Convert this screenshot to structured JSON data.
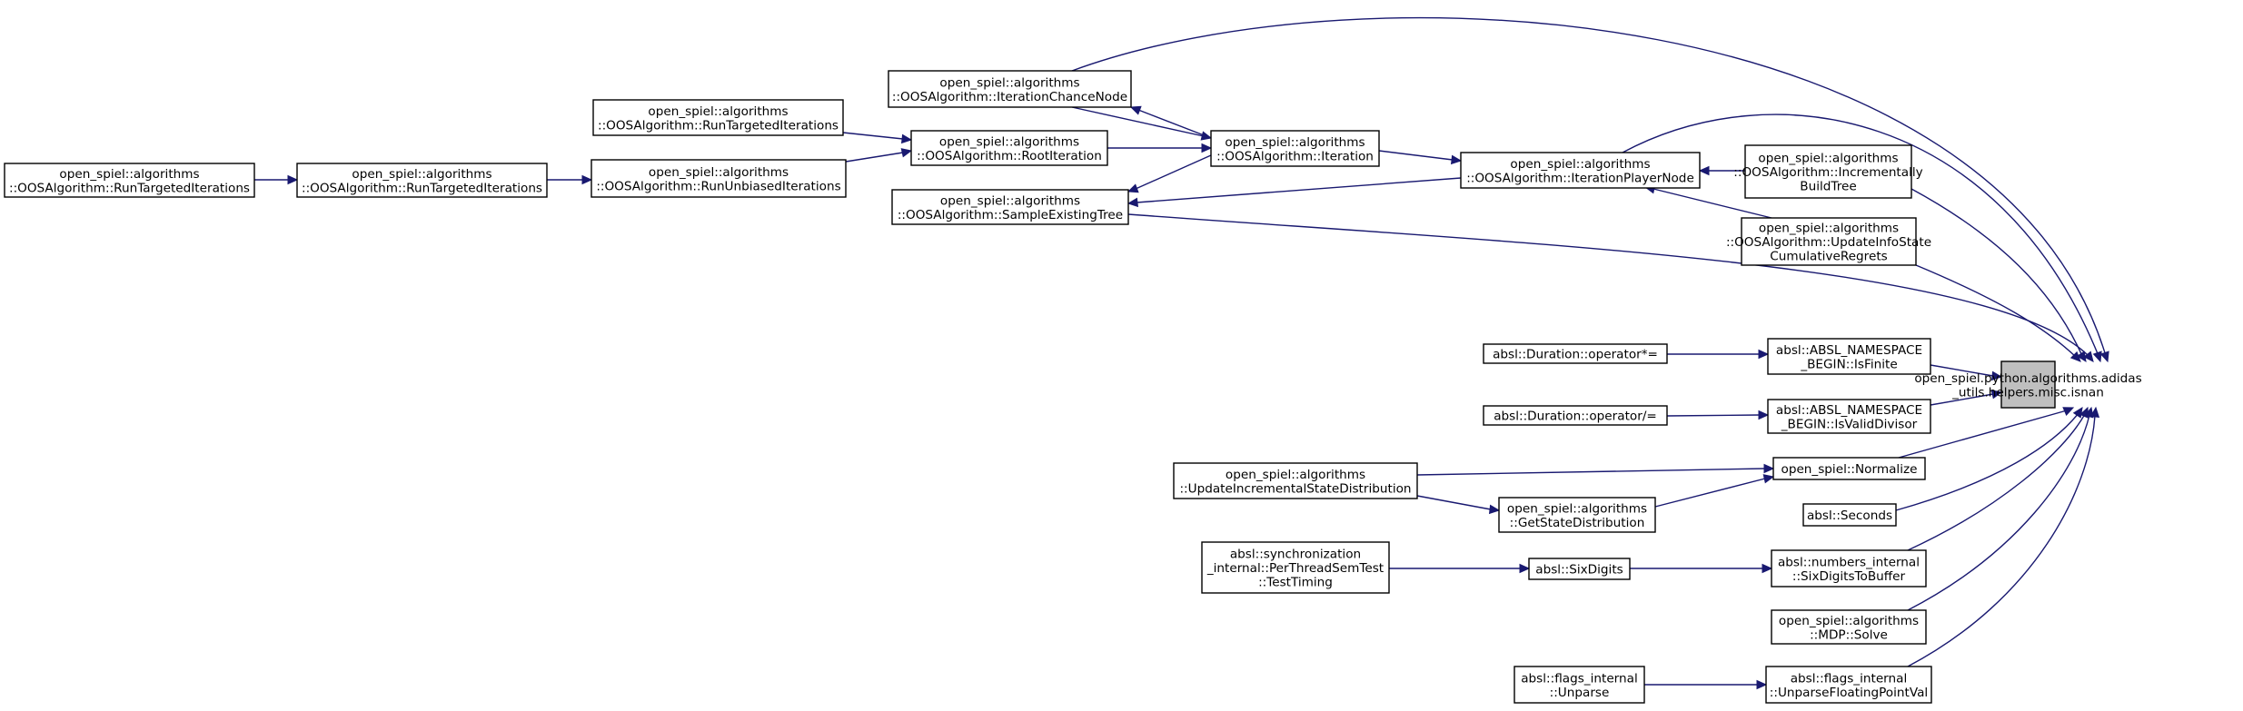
{
  "nodes": [
    {
      "id": "isnan",
      "lines": [
        "open_spiel.python.algorithms.adidas",
        "_utils.helpers.misc.isnan"
      ],
      "focus": true
    },
    {
      "id": "rtt1",
      "lines": [
        "open_spiel::algorithms",
        "::OOSAlgorithm::RunTargetedIterations"
      ]
    },
    {
      "id": "rtt2",
      "lines": [
        "open_spiel::algorithms",
        "::OOSAlgorithm::RunTargetedIterations"
      ]
    },
    {
      "id": "rtt3",
      "lines": [
        "open_spiel::algorithms",
        "::OOSAlgorithm::RunTargetedIterations"
      ]
    },
    {
      "id": "rui",
      "lines": [
        "open_spiel::algorithms",
        "::OOSAlgorithm::RunUnbiasedIterations"
      ]
    },
    {
      "id": "root",
      "lines": [
        "open_spiel::algorithms",
        "::OOSAlgorithm::RootIteration"
      ]
    },
    {
      "id": "icn",
      "lines": [
        "open_spiel::algorithms",
        "::OOSAlgorithm::IterationChanceNode"
      ]
    },
    {
      "id": "set",
      "lines": [
        "open_spiel::algorithms",
        "::OOSAlgorithm::SampleExistingTree"
      ]
    },
    {
      "id": "iter",
      "lines": [
        "open_spiel::algorithms",
        "::OOSAlgorithm::Iteration"
      ]
    },
    {
      "id": "ipn",
      "lines": [
        "open_spiel::algorithms",
        "::OOSAlgorithm::IterationPlayerNode"
      ]
    },
    {
      "id": "ibt",
      "lines": [
        "open_spiel::algorithms",
        "::OOSAlgorithm::Incrementally",
        "BuildTree"
      ]
    },
    {
      "id": "uis",
      "lines": [
        "open_spiel::algorithms",
        "::OOSAlgorithm::UpdateInfoState",
        "CumulativeRegrets"
      ]
    },
    {
      "id": "dmul",
      "lines": [
        "absl::Duration::operator*="
      ]
    },
    {
      "id": "isfin",
      "lines": [
        "absl::ABSL_NAMESPACE",
        "_BEGIN::IsFinite"
      ]
    },
    {
      "id": "ddiv",
      "lines": [
        "absl::Duration::operator/="
      ]
    },
    {
      "id": "isvd",
      "lines": [
        "absl::ABSL_NAMESPACE",
        "_BEGIN::IsValidDivisor"
      ]
    },
    {
      "id": "uisd",
      "lines": [
        "open_spiel::algorithms",
        "::UpdateIncrementalStateDistribution"
      ]
    },
    {
      "id": "norm",
      "lines": [
        "open_spiel::Normalize"
      ]
    },
    {
      "id": "gsd",
      "lines": [
        "open_spiel::algorithms",
        "::GetStateDistribution"
      ]
    },
    {
      "id": "secs",
      "lines": [
        "absl::Seconds"
      ]
    },
    {
      "id": "ptst",
      "lines": [
        "absl::synchronization",
        "_internal::PerThreadSemTest",
        "::TestTiming"
      ]
    },
    {
      "id": "six",
      "lines": [
        "absl::SixDigits"
      ]
    },
    {
      "id": "sixbuf",
      "lines": [
        "absl::numbers_internal",
        "::SixDigitsToBuffer"
      ]
    },
    {
      "id": "mdp",
      "lines": [
        "open_spiel::algorithms",
        "::MDP::Solve"
      ]
    },
    {
      "id": "unp",
      "lines": [
        "absl::flags_internal",
        "::Unparse"
      ]
    },
    {
      "id": "ufpv",
      "lines": [
        "absl::flags_internal",
        "::UnparseFloatingPointVal"
      ]
    }
  ],
  "edges": [
    [
      "rtt1",
      "rtt2"
    ],
    [
      "rtt2",
      "rui"
    ],
    [
      "rui",
      "root"
    ],
    [
      "rtt3",
      "root"
    ],
    [
      "root",
      "iter"
    ],
    [
      "iter",
      "icn"
    ],
    [
      "icn",
      "iter"
    ],
    [
      "iter",
      "set"
    ],
    [
      "iter",
      "ipn"
    ],
    [
      "ipn",
      "set"
    ],
    [
      "ibt",
      "ipn"
    ],
    [
      "uis",
      "ipn"
    ],
    [
      "icn",
      "isnan"
    ],
    [
      "ipn",
      "isnan"
    ],
    [
      "set",
      "isnan"
    ],
    [
      "ibt",
      "isnan"
    ],
    [
      "uis",
      "isnan"
    ],
    [
      "dmul",
      "isfin"
    ],
    [
      "isfin",
      "isnan"
    ],
    [
      "ddiv",
      "isvd"
    ],
    [
      "isvd",
      "isnan"
    ],
    [
      "uisd",
      "norm"
    ],
    [
      "gsd",
      "norm"
    ],
    [
      "uisd",
      "gsd"
    ],
    [
      "norm",
      "isnan"
    ],
    [
      "secs",
      "isnan"
    ],
    [
      "ptst",
      "six"
    ],
    [
      "six",
      "sixbuf"
    ],
    [
      "sixbuf",
      "isnan"
    ],
    [
      "mdp",
      "isnan"
    ],
    [
      "unp",
      "ufpv"
    ],
    [
      "ufpv",
      "isnan"
    ]
  ]
}
